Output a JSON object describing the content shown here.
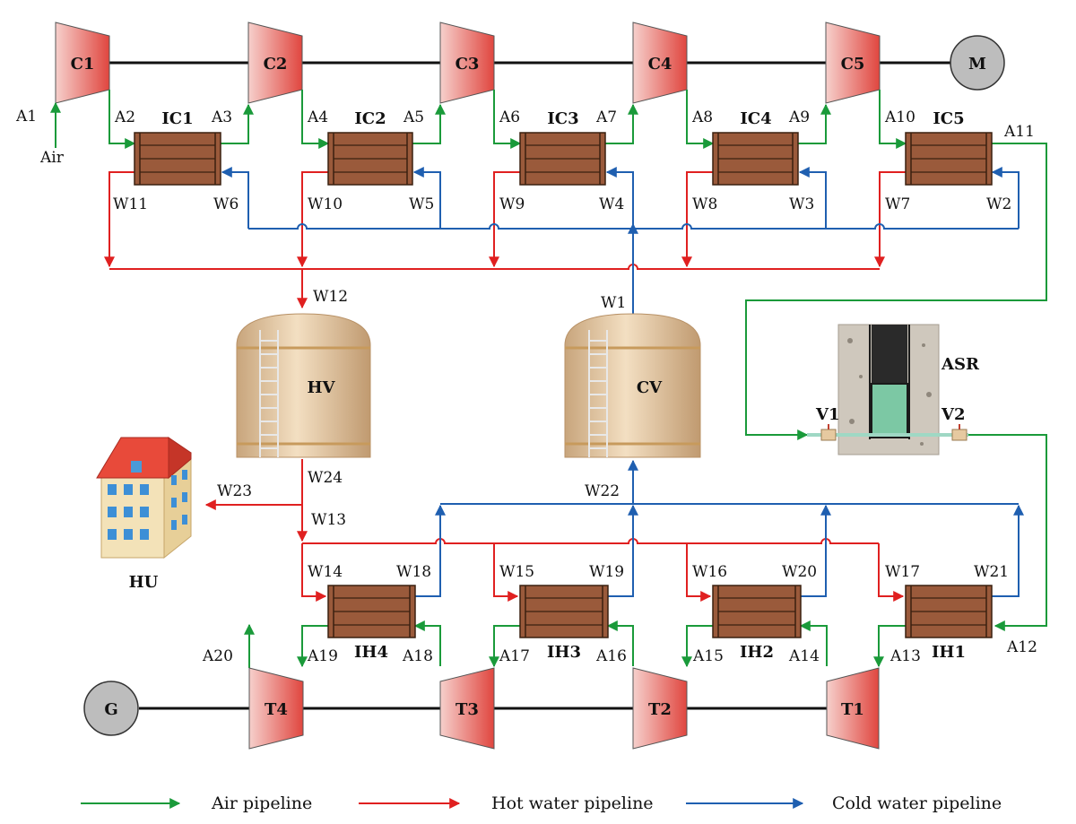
{
  "colors": {
    "air": "#1a9a3a",
    "hot": "#e02020",
    "cold": "#1f5fb0",
    "shaft": "#111111",
    "machine_light": "#f3c0bc",
    "machine_dark": "#e2544e",
    "exchanger": "#9a5a3b",
    "tank": "#dcc09a",
    "circle": "#bdbdbd"
  },
  "compressors": [
    "C1",
    "C2",
    "C3",
    "C4",
    "C5"
  ],
  "turbines": [
    "T4",
    "T3",
    "T2",
    "T1"
  ],
  "motor": "M",
  "generator": "G",
  "intercoolers": [
    "IC1",
    "IC2",
    "IC3",
    "IC4",
    "IC5"
  ],
  "interheaters": [
    "IH4",
    "IH3",
    "IH2",
    "IH1"
  ],
  "tanks": {
    "hot": "HV",
    "cold": "CV"
  },
  "storage": {
    "name": "ASR",
    "valve1": "V1",
    "valve2": "V2"
  },
  "user": "HU",
  "air_inlet": "Air",
  "air_labels": [
    "A1",
    "A2",
    "A3",
    "A4",
    "A5",
    "A6",
    "A7",
    "A8",
    "A9",
    "A10",
    "A11",
    "A12",
    "A13",
    "A14",
    "A15",
    "A16",
    "A17",
    "A18",
    "A19",
    "A20"
  ],
  "water_labels": [
    "W1",
    "W2",
    "W3",
    "W4",
    "W5",
    "W6",
    "W7",
    "W8",
    "W9",
    "W10",
    "W11",
    "W12",
    "W13",
    "W14",
    "W15",
    "W16",
    "W17",
    "W18",
    "W19",
    "W20",
    "W21",
    "W22",
    "W23",
    "W24"
  ],
  "legend": [
    "Air pipeline",
    "Hot water pipeline",
    "Cold water pipeline"
  ]
}
